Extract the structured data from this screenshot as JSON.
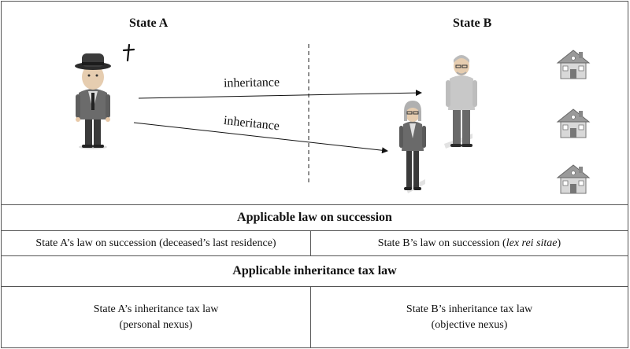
{
  "states": {
    "a_label": "State A",
    "b_label": "State B"
  },
  "arrows": {
    "upper_label": "inheritance",
    "lower_label": "inheritance"
  },
  "succession": {
    "title": "Applicable law on succession",
    "left_pre": "State A’s law on succession (deceased’s last residence)",
    "right_pre": "State B’s law on succession (",
    "right_italic": "lex rei sitae",
    "right_post": ")"
  },
  "tax": {
    "title": "Applicable inheritance tax law",
    "left_line1": "State A’s inheritance tax law",
    "left_line2": "(personal nexus)",
    "right_line1": "State B’s inheritance tax law",
    "right_line2": "(objective nexus)"
  },
  "icons": {
    "deceased": "man-with-hat-icon",
    "cross": "cross-icon",
    "heir_man": "old-man-icon",
    "heir_woman": "woman-icon",
    "house": "house-icon"
  }
}
